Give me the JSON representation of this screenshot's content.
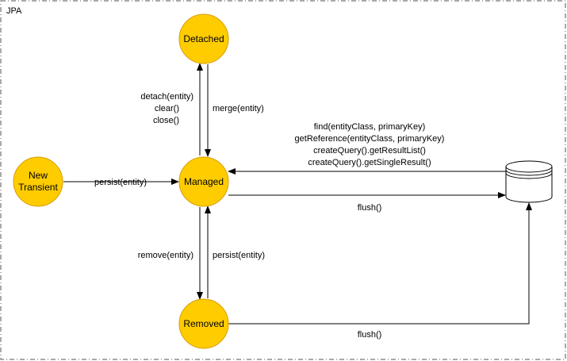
{
  "frame": {
    "title": "JPA"
  },
  "states": {
    "detached": {
      "label": "Detached"
    },
    "new_transient": {
      "line1": "New",
      "line2": "Transient"
    },
    "managed": {
      "label": "Managed"
    },
    "removed": {
      "label": "Removed"
    }
  },
  "database": {
    "icon": "database-icon"
  },
  "transitions": {
    "detach": [
      "detach(entity)",
      "clear()",
      "close()"
    ],
    "merge": "merge(entity)",
    "persist_new": "persist(entity)",
    "remove": "remove(entity)",
    "persist_removed": "persist(entity)",
    "find": [
      "find(entityClass, primaryKey)",
      "getReference(entityClass, primaryKey)",
      "createQuery().getResultList()",
      "createQuery().getSingleResult()"
    ],
    "flush_managed": "flush()",
    "flush_removed": "flush()"
  },
  "colors": {
    "state_fill": "#FFCC00",
    "state_stroke": "#D79B00",
    "line": "#000000",
    "frame": "#555555"
  }
}
